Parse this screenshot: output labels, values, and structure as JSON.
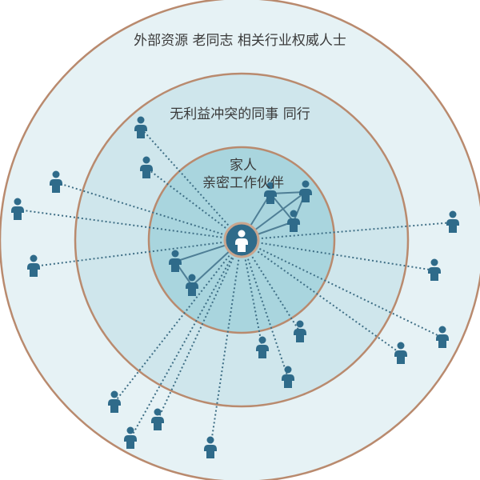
{
  "rings": {
    "outer_label": "外部资源 老同志 相关行业权威人士",
    "middle_label": "无利益冲突的同事 同行",
    "inner_label_line1": "家人",
    "inner_label_line2": "亲密工作伙伴"
  },
  "colors": {
    "outer_fill": "#e6f2f5",
    "middle_fill": "#cfe6ec",
    "inner_fill": "#a9d5de",
    "ring_stroke": "#b98a6e",
    "person": "#2f6b8a",
    "center_fill": "#2f6b8a"
  },
  "icons": {
    "person": "person-icon",
    "self": "self-person-icon"
  }
}
